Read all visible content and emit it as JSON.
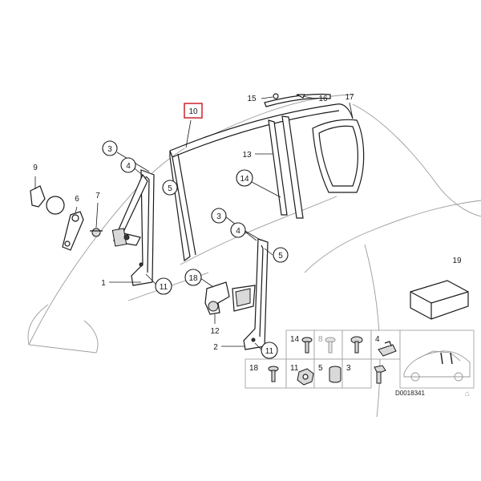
{
  "callouts": {
    "n1": "1",
    "n2": "2",
    "n3a": "3",
    "n3b": "3",
    "n4a": "4",
    "n4b": "4",
    "n5a": "5",
    "n5b": "5",
    "n6": "6",
    "n7": "7",
    "n9": "9",
    "n10": "10",
    "n11a": "11",
    "n11b": "11",
    "n12": "12",
    "n13": "13",
    "n14": "14",
    "n15": "15",
    "n16": "16",
    "n17": "17",
    "n18": "18",
    "n19": "19"
  },
  "legend": {
    "r1": [
      "14",
      "8",
      "",
      "4"
    ],
    "r2": [
      "18",
      "11",
      "5",
      "3"
    ]
  },
  "code": "D0018341",
  "colors": {
    "highlight": "#d0313a",
    "line": "#1a1a1a",
    "outline": "#9a9a9a"
  }
}
